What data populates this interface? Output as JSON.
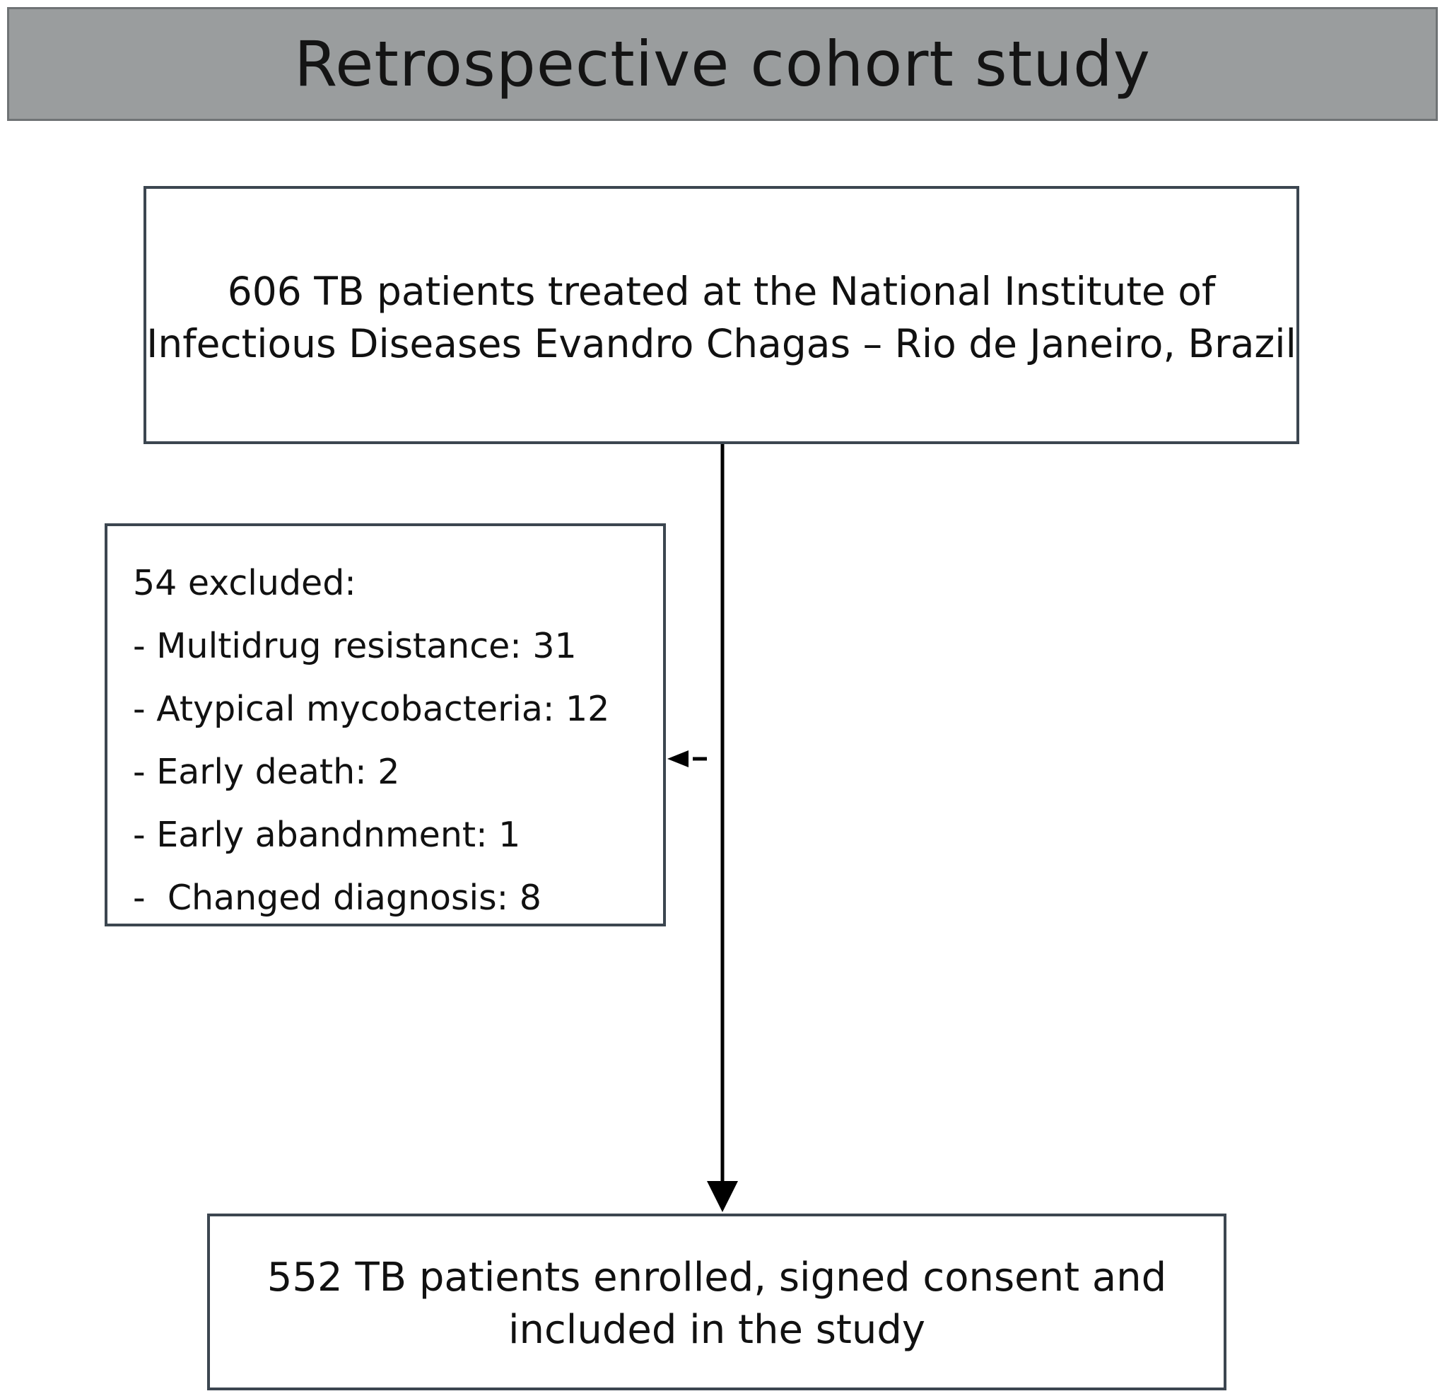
{
  "header": {
    "title": "Retrospective cohort study"
  },
  "top_box": {
    "line1": "606 TB patients treated at the National Institute of",
    "line2": "Infectious Diseases Evandro Chagas – Rio de Janeiro, Brazil"
  },
  "excluded_box": {
    "title": "54 excluded:",
    "items": [
      "- Multidrug resistance: 31",
      "- Atypical mycobacteria: 12",
      "- Early death: 2",
      "- Early abandnment: 1",
      "-  Changed diagnosis: 8"
    ]
  },
  "bottom_box": {
    "line1": "552 TB patients enrolled, signed consent and",
    "line2": "included in the study"
  },
  "colors": {
    "header_fill": "#9a9d9e",
    "box_border": "#3c4650",
    "arrow": "#000000"
  }
}
